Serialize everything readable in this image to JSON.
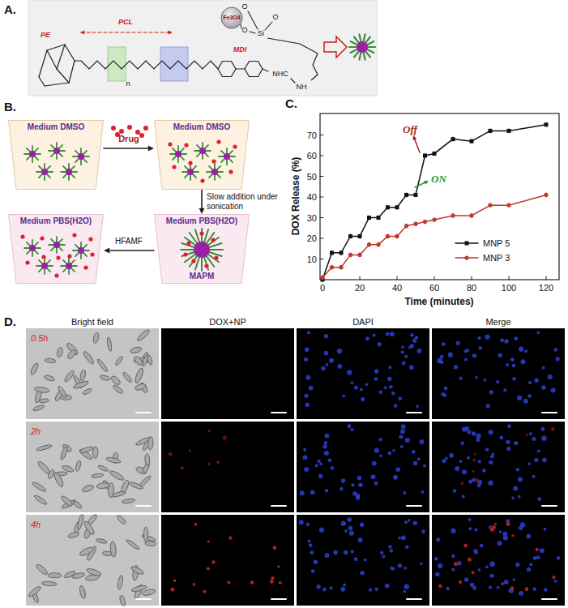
{
  "diagram": {
    "nodes": [
      {
        "text": [
          "Medium DMSO"
        ]
      },
      {
        "text": [
          "Medium DMSO"
        ]
      },
      {
        "text": [
          "Medium PBS(H2O)"
        ]
      },
      {
        "text": [
          "Medium PBS(H2O)",
          "MAPM"
        ]
      }
    ],
    "edges": [
      {
        "from": 0,
        "to": 1,
        "arrow": "to",
        "label": "Drug"
      },
      {
        "from": 1,
        "to": 3,
        "arrow": "to",
        "label": "Slow addition under sonication"
      },
      {
        "from": 3,
        "to": 2,
        "arrow": "to",
        "label": "HFAMF"
      }
    ],
    "labels": [
      "A.",
      "PE",
      "PCL",
      "MDI",
      "Fe3O4",
      "Si",
      "O",
      "O",
      "O",
      "n",
      "NHC",
      "NH",
      "B.",
      "C.",
      "DOX Release (%)",
      "Time (minutes)",
      "0",
      "20",
      "40",
      "60",
      "80",
      "100",
      "120",
      "10",
      "20",
      "30",
      "40",
      "50",
      "60",
      "70",
      "Off",
      "ON",
      "D.",
      "Bright field",
      "DOX+NP",
      "DAPI",
      "Merge",
      "0.5h",
      "2h",
      "4h"
    ],
    "legend": [
      {
        "text": "MNP 5"
      },
      {
        "text": "MNP 3"
      }
    ]
  }
}
